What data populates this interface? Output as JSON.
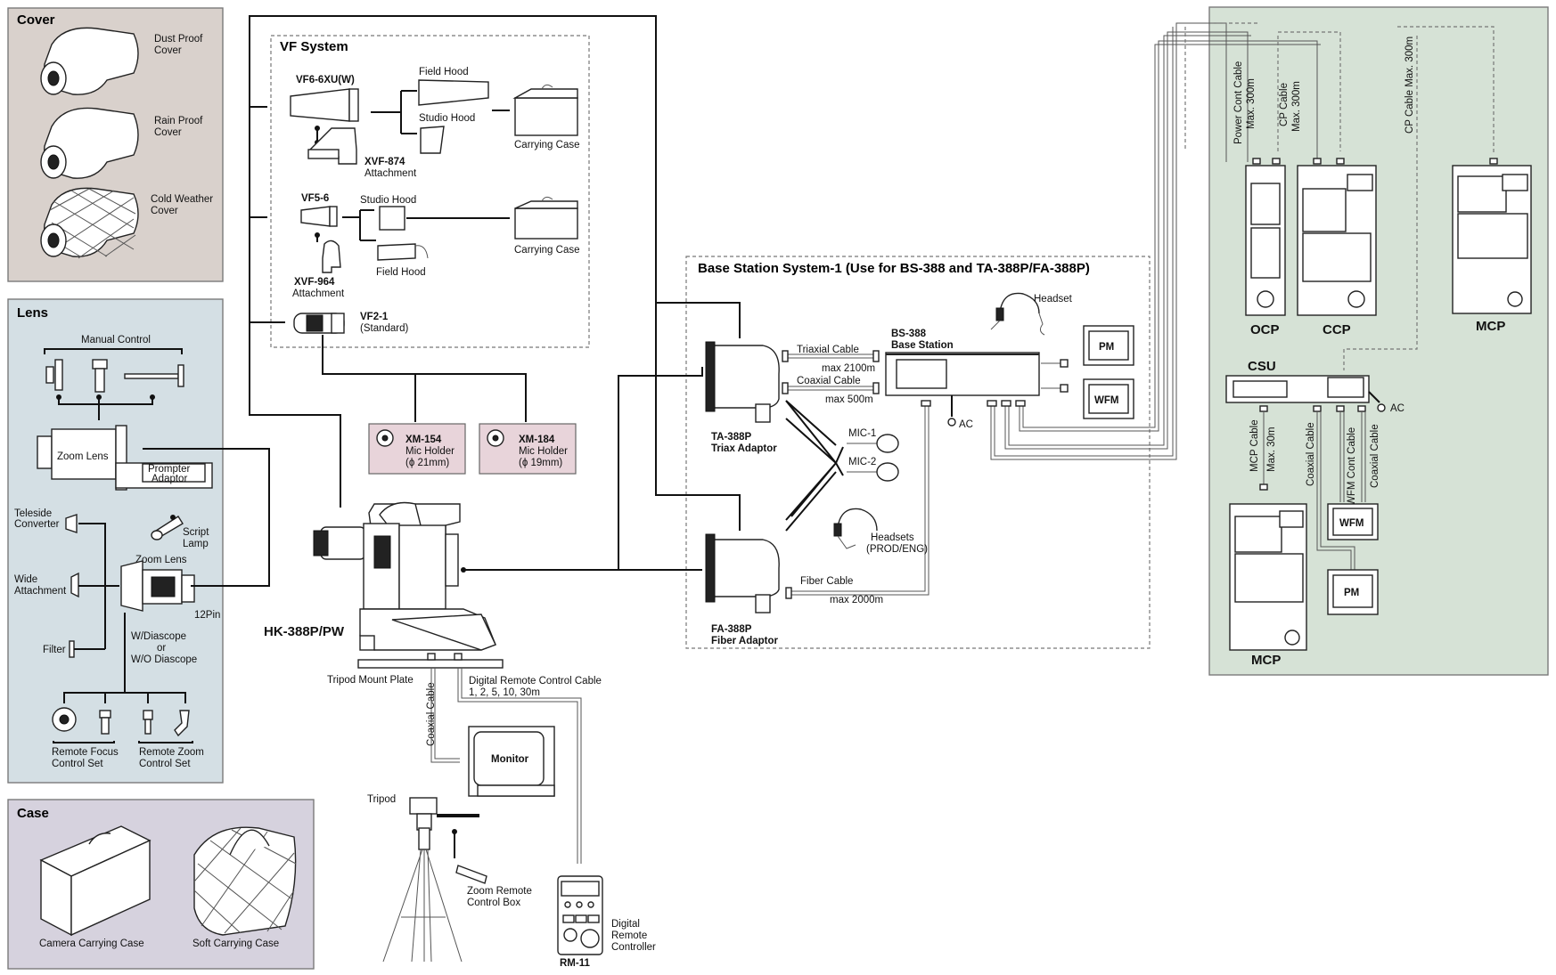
{
  "colors": {
    "cover_bg": "#d9d1cc",
    "lens_bg": "#d4dfe4",
    "case_bg": "#d6d2de",
    "vf_bg": "#ece3cf",
    "base_bg": "#e8e4e1",
    "ctrl_bg": "#d6e2d6",
    "mic_bg": "#e8d4da"
  },
  "sections": {
    "cover": "Cover",
    "lens": "Lens",
    "case": "Case",
    "vf": "VF System",
    "base": "Base  Station System-1 (Use for BS-388 and TA-388P/FA-388P)"
  },
  "cover": {
    "dust": [
      "Dust Proof",
      "Cover"
    ],
    "rain": [
      "Rain Proof",
      "Cover"
    ],
    "cold": [
      "Cold Weather",
      "Cover"
    ]
  },
  "lens": {
    "manual_control": "Manual Control",
    "zoom_lens_top": "Zoom Lens",
    "prompter": [
      "Prompter",
      "Adaptor"
    ],
    "teleside": [
      "Teleside",
      "Converter"
    ],
    "script_lamp": [
      "Script",
      "Lamp"
    ],
    "zoom_lens_bottom": "Zoom Lens",
    "wide": [
      "Wide",
      "Attachment"
    ],
    "pin12": "12Pin",
    "filter": "Filter",
    "diascope": [
      "W/Diascope",
      "or",
      "W/O Diascope"
    ],
    "remote_focus": [
      "Remote Focus",
      "Control Set"
    ],
    "remote_zoom": [
      "Remote Zoom",
      "Control Set"
    ]
  },
  "case": {
    "camera_case": "Camera Carrying Case",
    "soft_case": "Soft Carrying Case"
  },
  "vf": {
    "vf6": "VF6-6XU(W)",
    "field_hood_1": "Field Hood",
    "studio_hood_1": "Studio Hood",
    "carrying_case_1": "Carrying Case",
    "xvf874": "XVF-874",
    "attachment_1": "Attachment",
    "vf5": "VF5-6",
    "studio_hood_2": "Studio Hood",
    "carrying_case_2": "Carrying Case",
    "field_hood_2": "Field Hood",
    "xvf964": "XVF-964",
    "attachment_2": "Attachment",
    "vf2": "VF2-1",
    "standard": "(Standard)"
  },
  "mics": {
    "xm154": "XM-154",
    "xm154_sub": [
      "Mic  Holder",
      "(ϕ 21mm)"
    ],
    "xm184": "XM-184",
    "xm184_sub": [
      "Mic  Holder",
      "(ϕ 19mm)"
    ]
  },
  "camera": {
    "model": "HK-388P/PW",
    "tripod_plate": "Tripod Mount Plate",
    "coaxial": "Coaxial Cable",
    "drc_cable": [
      "Digital Remote Control Cable",
      "1, 2, 5, 10, 30m"
    ],
    "monitor": "Monitor",
    "tripod": "Tripod",
    "zoom_box": [
      "Zoom Remote",
      "Control Box"
    ],
    "drc": [
      "Digital",
      "Remote",
      "Controller"
    ],
    "rm11": "RM-11"
  },
  "base": {
    "headset": "Headset",
    "triaxial": "Triaxial Cable",
    "max2100": "max 2100m",
    "coaxial": "Coaxial Cable",
    "max500": "max 500m",
    "bs388": [
      "BS-388",
      "Base Station"
    ],
    "ac": "AC",
    "pm": "PM",
    "wfm": "WFM",
    "ta388": [
      "TA-388P",
      "Triax Adaptor"
    ],
    "mic1": "MIC-1",
    "mic2": "MIC-2",
    "headsets": [
      "Headsets",
      "(PROD/ENG)"
    ],
    "fiber": "Fiber Cable",
    "max2000": "max 2000m",
    "fa388": [
      "FA-388P",
      "Fiber Adaptor"
    ]
  },
  "control": {
    "power_cont": [
      "Power Cont Cable",
      "Max. 300m"
    ],
    "cp1": [
      "CP Cable",
      "Max. 300m"
    ],
    "cp2": "CP Cable  Max. 300m",
    "ocp": "OCP",
    "ccp": "CCP",
    "mcp_top": "MCP",
    "csu": "CSU",
    "ac": "AC",
    "mcp_cable": [
      "MCP Cable",
      "Max. 30m"
    ],
    "coax1": "Coaxial Cable",
    "wfm_cont": "WFM Cont Cable",
    "coax2": "Coaxial Cable",
    "wfm": "WFM",
    "pm": "PM",
    "mcp_bottom": "MCP"
  }
}
